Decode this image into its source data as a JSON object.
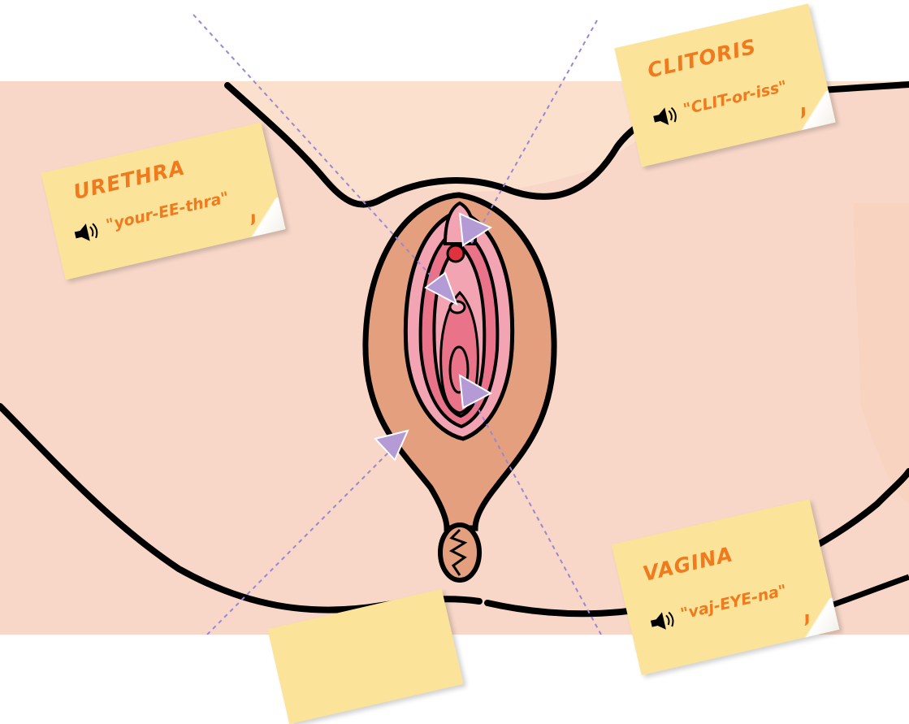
{
  "labels": {
    "urethra": {
      "term": "URETHRA",
      "pronunciation": "\"your-EE-thra\"",
      "audio_icon": "speaker-icon"
    },
    "clitoris": {
      "term": "CLITORIS",
      "pronunciation": "\"CLIT-or-iss\"",
      "audio_icon": "speaker-icon"
    },
    "vagina": {
      "term": "VAGINA",
      "pronunciation": "\"vaj-EYE-na\"",
      "audio_icon": "speaker-icon"
    }
  },
  "colors": {
    "skin": "#f8d7c8",
    "skin_light": "#fbe0cd",
    "vulva_outer": "#e4a07e",
    "labia_inner": "#e9748a",
    "labia_light": "#f3a4b3",
    "clitoris": "#e0313f",
    "note": "#fbe39a",
    "note_text": "#f07a1e",
    "arrow": "#b49bd6",
    "leader_line": "#9b86d2",
    "outline": "#000000"
  }
}
